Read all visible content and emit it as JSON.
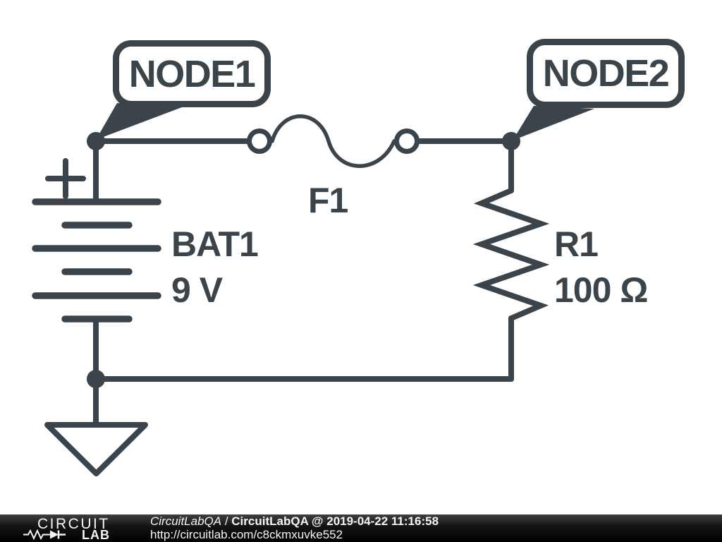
{
  "colors": {
    "ink": "#3b444a",
    "bg": "#ffffff",
    "footer_text": "#f5f5f5"
  },
  "diagram": {
    "type": "circuit-schematic",
    "nodes": [
      {
        "label": "NODE1"
      },
      {
        "label": "NODE2"
      }
    ],
    "components": [
      {
        "designator": "F1",
        "type": "fuse",
        "value": ""
      },
      {
        "designator": "BAT1",
        "type": "battery",
        "value": "9 V",
        "polarity_mark": "+"
      },
      {
        "designator": "R1",
        "type": "resistor",
        "value": "100 Ω"
      }
    ],
    "ground_count": 1
  },
  "footer": {
    "logo_line1": "CIRCUIT",
    "logo_line2": "LAB",
    "logo_icon": "resistor-diode-icon",
    "author": "CircuitLabQA",
    "separator": " / ",
    "title_line": "CircuitLabQA @ 2019-04-22 11:16:58",
    "url": "http://circuitlab.com/c8ckmxuvke552"
  }
}
